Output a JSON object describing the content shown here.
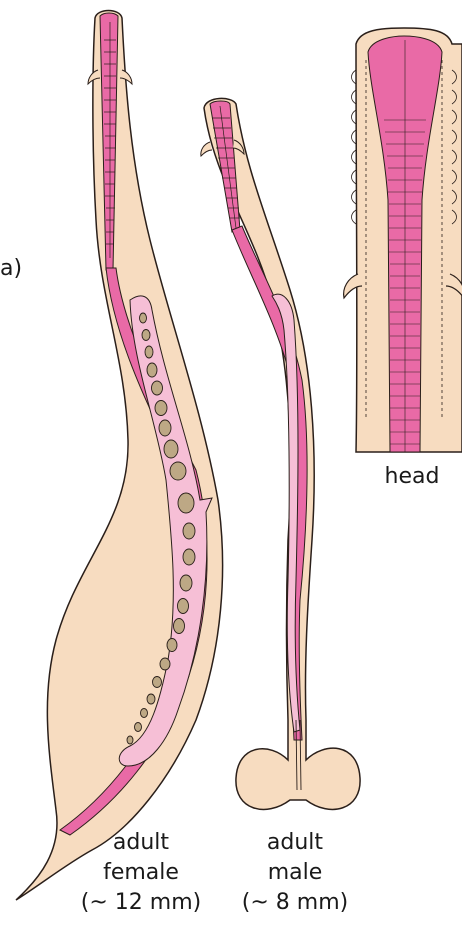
{
  "panel_marker": "a)",
  "labels": {
    "head": "head",
    "female": [
      "adult",
      "female",
      "(~ 12 mm)"
    ],
    "male": [
      "adult",
      "male",
      "(~ 8 mm)"
    ]
  },
  "colors": {
    "body": "#f7dcc0",
    "outline": "#2a1f1a",
    "gut": "#e96aa6",
    "pale_pink": "#f6bfd6",
    "egg": "#bda885",
    "background": "#ffffff"
  }
}
